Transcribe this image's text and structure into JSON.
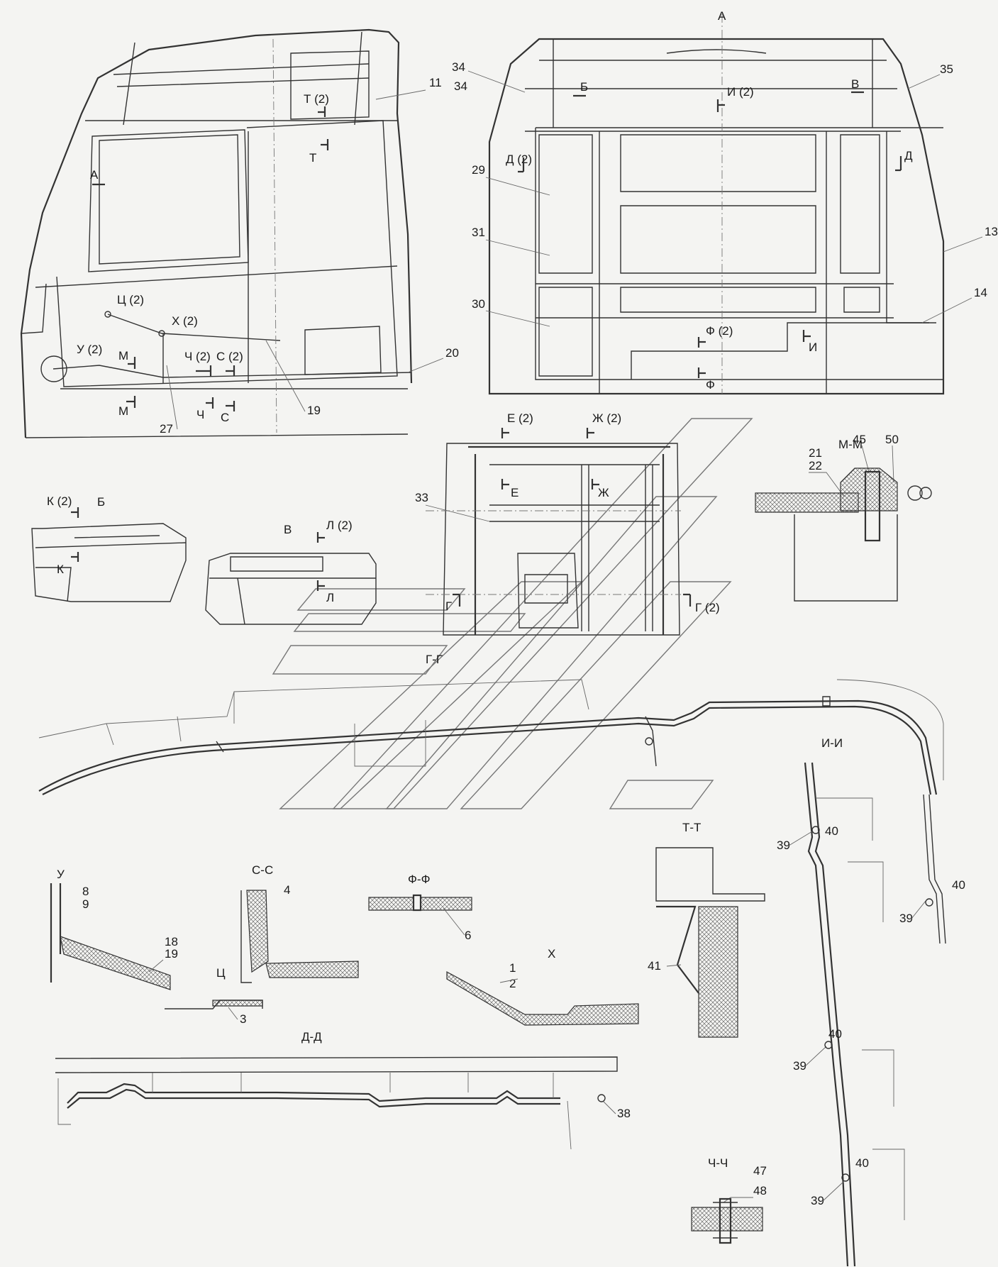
{
  "labels": {
    "view_a": "А",
    "l34": "34",
    "l35": "35",
    "l11": "11",
    "l29": "29",
    "l31": "31",
    "l30": "30",
    "l13": "13",
    "l14": "14",
    "l20": "20",
    "l19": "19",
    "l27": "27",
    "l33": "33",
    "t2": "Т (2)",
    "t": "Т",
    "a_arrow": "А",
    "c2": "Ц (2)",
    "x2": "Х (2)",
    "u2": "У (2)",
    "m": "М",
    "m_b": "М",
    "ch2": "Ч (2)",
    "s2": "С (2)",
    "ch": "Ч",
    "s": "С",
    "b_top": "Б",
    "v_top": "В",
    "i2": "И (2)",
    "d2": "Д (2)",
    "d": "Д",
    "f2": "Ф (2)",
    "f": "Ф",
    "i": "И",
    "e2": "Е (2)",
    "zh2": "Ж (2)",
    "e": "Е",
    "zh": "Ж",
    "g": "Г",
    "g2": "Г (2)",
    "k2": "К (2)",
    "b_view": "Б",
    "k": "К",
    "v_view": "В",
    "l2": "Л (2)",
    "l": "Л",
    "mm": "М-М",
    "l21": "21",
    "l22": "22",
    "l45": "45",
    "l50": "50",
    "gg": "Г-Г",
    "ii": "И-И",
    "l39a": "39",
    "l40a": "40",
    "l40b": "40",
    "l39b": "39",
    "l40c": "40",
    "l39c": "39",
    "l40d": "40",
    "l39d": "39",
    "tt": "Т-Т",
    "l41": "41",
    "u_sec": "У",
    "l8": "8",
    "l9": "9",
    "l18": "18",
    "l19b": "19",
    "ss": "С-С",
    "l4": "4",
    "ff": "Ф-Ф",
    "l6": "6",
    "x_sec": "Х",
    "l1": "1",
    "l2n": "2",
    "c_sec": "Ц",
    "l3": "3",
    "dd": "Д-Д",
    "l38": "38",
    "chch": "Ч-Ч",
    "l47": "47",
    "l48": "48"
  }
}
